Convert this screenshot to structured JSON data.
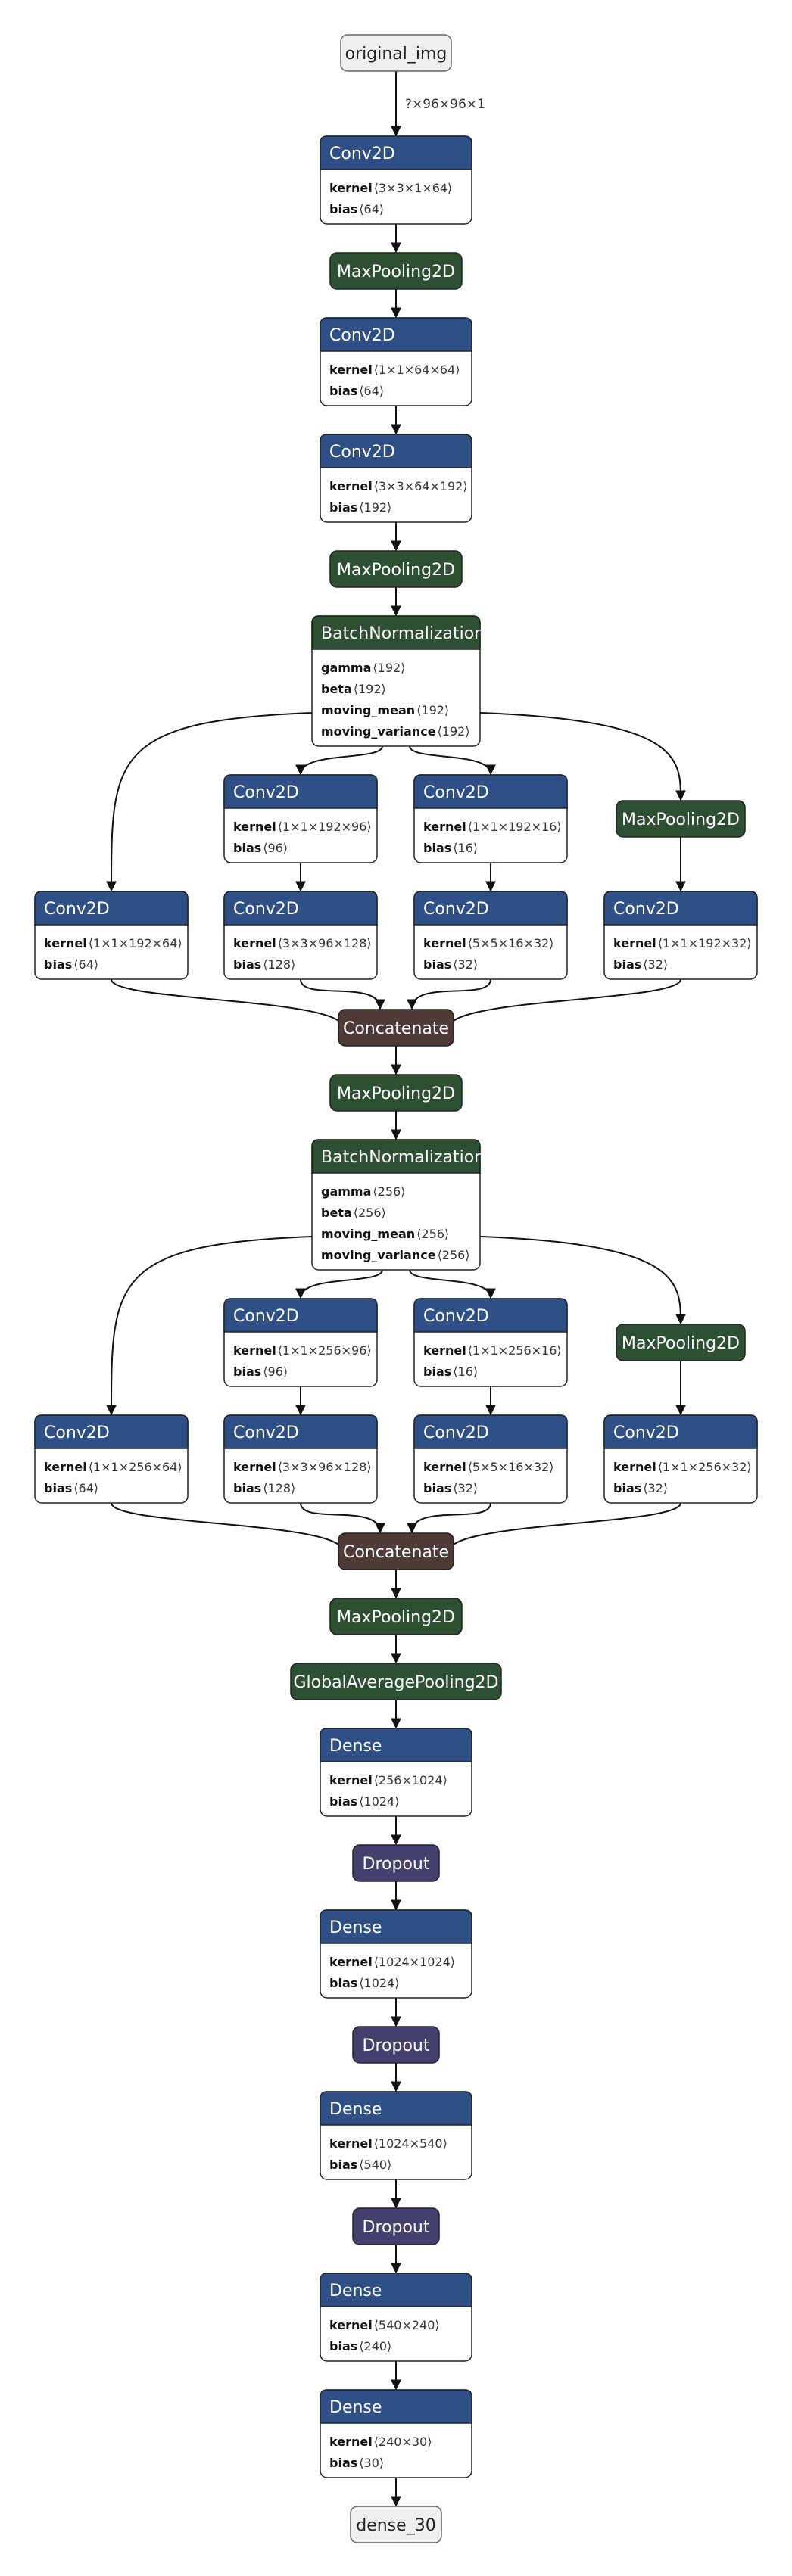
{
  "colors": {
    "conv": "#2e5086",
    "pool": "#2d4f32",
    "concat": "#4e3b38",
    "dropout": "#43406e",
    "io_fill": "#efefef",
    "io_stroke": "#666666",
    "edge": "#111111"
  },
  "nodes": [
    {
      "id": "n_input",
      "kind": "io",
      "label": "original_img"
    },
    {
      "id": "n_conv1",
      "kind": "conv",
      "label": "Conv2D",
      "params": [
        {
          "name": "kernel",
          "shape": "⟨3×3×1×64⟩"
        },
        {
          "name": "bias",
          "shape": "⟨64⟩"
        }
      ]
    },
    {
      "id": "n_pool1",
      "kind": "pool",
      "label": "MaxPooling2D"
    },
    {
      "id": "n_conv2",
      "kind": "conv",
      "label": "Conv2D",
      "params": [
        {
          "name": "kernel",
          "shape": "⟨1×1×64×64⟩"
        },
        {
          "name": "bias",
          "shape": "⟨64⟩"
        }
      ]
    },
    {
      "id": "n_conv3",
      "kind": "conv",
      "label": "Conv2D",
      "params": [
        {
          "name": "kernel",
          "shape": "⟨3×3×64×192⟩"
        },
        {
          "name": "bias",
          "shape": "⟨192⟩"
        }
      ]
    },
    {
      "id": "n_pool2",
      "kind": "pool",
      "label": "MaxPooling2D"
    },
    {
      "id": "n_bn1",
      "kind": "pool",
      "label": "BatchNormalization",
      "params": [
        {
          "name": "gamma",
          "shape": "⟨192⟩"
        },
        {
          "name": "beta",
          "shape": "⟨192⟩"
        },
        {
          "name": "moving_mean",
          "shape": "⟨192⟩"
        },
        {
          "name": "moving_variance",
          "shape": "⟨192⟩"
        }
      ]
    },
    {
      "id": "n_a_c2",
      "kind": "conv",
      "label": "Conv2D",
      "params": [
        {
          "name": "kernel",
          "shape": "⟨1×1×192×96⟩"
        },
        {
          "name": "bias",
          "shape": "⟨96⟩"
        }
      ]
    },
    {
      "id": "n_a_c3",
      "kind": "conv",
      "label": "Conv2D",
      "params": [
        {
          "name": "kernel",
          "shape": "⟨1×1×192×16⟩"
        },
        {
          "name": "bias",
          "shape": "⟨16⟩"
        }
      ]
    },
    {
      "id": "n_a_p4",
      "kind": "pool",
      "label": "MaxPooling2D"
    },
    {
      "id": "n_a_b1",
      "kind": "conv",
      "label": "Conv2D",
      "params": [
        {
          "name": "kernel",
          "shape": "⟨1×1×192×64⟩"
        },
        {
          "name": "bias",
          "shape": "⟨64⟩"
        }
      ]
    },
    {
      "id": "n_a_b2",
      "kind": "conv",
      "label": "Conv2D",
      "params": [
        {
          "name": "kernel",
          "shape": "⟨3×3×96×128⟩"
        },
        {
          "name": "bias",
          "shape": "⟨128⟩"
        }
      ]
    },
    {
      "id": "n_a_b3",
      "kind": "conv",
      "label": "Conv2D",
      "params": [
        {
          "name": "kernel",
          "shape": "⟨5×5×16×32⟩"
        },
        {
          "name": "bias",
          "shape": "⟨32⟩"
        }
      ]
    },
    {
      "id": "n_a_b4",
      "kind": "conv",
      "label": "Conv2D",
      "params": [
        {
          "name": "kernel",
          "shape": "⟨1×1×192×32⟩"
        },
        {
          "name": "bias",
          "shape": "⟨32⟩"
        }
      ]
    },
    {
      "id": "n_cat1",
      "kind": "concat",
      "label": "Concatenate"
    },
    {
      "id": "n_pool3",
      "kind": "pool",
      "label": "MaxPooling2D"
    },
    {
      "id": "n_bn2",
      "kind": "pool",
      "label": "BatchNormalization",
      "params": [
        {
          "name": "gamma",
          "shape": "⟨256⟩"
        },
        {
          "name": "beta",
          "shape": "⟨256⟩"
        },
        {
          "name": "moving_mean",
          "shape": "⟨256⟩"
        },
        {
          "name": "moving_variance",
          "shape": "⟨256⟩"
        }
      ]
    },
    {
      "id": "n_b_c2",
      "kind": "conv",
      "label": "Conv2D",
      "params": [
        {
          "name": "kernel",
          "shape": "⟨1×1×256×96⟩"
        },
        {
          "name": "bias",
          "shape": "⟨96⟩"
        }
      ]
    },
    {
      "id": "n_b_c3",
      "kind": "conv",
      "label": "Conv2D",
      "params": [
        {
          "name": "kernel",
          "shape": "⟨1×1×256×16⟩"
        },
        {
          "name": "bias",
          "shape": "⟨16⟩"
        }
      ]
    },
    {
      "id": "n_b_p4",
      "kind": "pool",
      "label": "MaxPooling2D"
    },
    {
      "id": "n_b_b1",
      "kind": "conv",
      "label": "Conv2D",
      "params": [
        {
          "name": "kernel",
          "shape": "⟨1×1×256×64⟩"
        },
        {
          "name": "bias",
          "shape": "⟨64⟩"
        }
      ]
    },
    {
      "id": "n_b_b2",
      "kind": "conv",
      "label": "Conv2D",
      "params": [
        {
          "name": "kernel",
          "shape": "⟨3×3×96×128⟩"
        },
        {
          "name": "bias",
          "shape": "⟨128⟩"
        }
      ]
    },
    {
      "id": "n_b_b3",
      "kind": "conv",
      "label": "Conv2D",
      "params": [
        {
          "name": "kernel",
          "shape": "⟨5×5×16×32⟩"
        },
        {
          "name": "bias",
          "shape": "⟨32⟩"
        }
      ]
    },
    {
      "id": "n_b_b4",
      "kind": "conv",
      "label": "Conv2D",
      "params": [
        {
          "name": "kernel",
          "shape": "⟨1×1×256×32⟩"
        },
        {
          "name": "bias",
          "shape": "⟨32⟩"
        }
      ]
    },
    {
      "id": "n_cat2",
      "kind": "concat",
      "label": "Concatenate"
    },
    {
      "id": "n_pool4",
      "kind": "pool",
      "label": "MaxPooling2D"
    },
    {
      "id": "n_gap",
      "kind": "pool",
      "label": "GlobalAveragePooling2D"
    },
    {
      "id": "n_d1",
      "kind": "conv",
      "label": "Dense",
      "params": [
        {
          "name": "kernel",
          "shape": "⟨256×1024⟩"
        },
        {
          "name": "bias",
          "shape": "⟨1024⟩"
        }
      ]
    },
    {
      "id": "n_drop1",
      "kind": "dropout",
      "label": "Dropout"
    },
    {
      "id": "n_d2",
      "kind": "conv",
      "label": "Dense",
      "params": [
        {
          "name": "kernel",
          "shape": "⟨1024×1024⟩"
        },
        {
          "name": "bias",
          "shape": "⟨1024⟩"
        }
      ]
    },
    {
      "id": "n_drop2",
      "kind": "dropout",
      "label": "Dropout"
    },
    {
      "id": "n_d3",
      "kind": "conv",
      "label": "Dense",
      "params": [
        {
          "name": "kernel",
          "shape": "⟨1024×540⟩"
        },
        {
          "name": "bias",
          "shape": "⟨540⟩"
        }
      ]
    },
    {
      "id": "n_drop3",
      "kind": "dropout",
      "label": "Dropout"
    },
    {
      "id": "n_d4",
      "kind": "conv",
      "label": "Dense",
      "params": [
        {
          "name": "kernel",
          "shape": "⟨540×240⟩"
        },
        {
          "name": "bias",
          "shape": "⟨240⟩"
        }
      ]
    },
    {
      "id": "n_d5",
      "kind": "conv",
      "label": "Dense",
      "params": [
        {
          "name": "kernel",
          "shape": "⟨240×30⟩"
        },
        {
          "name": "bias",
          "shape": "⟨30⟩"
        }
      ]
    },
    {
      "id": "n_output",
      "kind": "io",
      "label": "dense_30"
    }
  ],
  "edges": [
    {
      "from": "n_input",
      "to": "n_conv1",
      "label": "?×96×96×1"
    },
    {
      "from": "n_conv1",
      "to": "n_pool1"
    },
    {
      "from": "n_pool1",
      "to": "n_conv2"
    },
    {
      "from": "n_conv2",
      "to": "n_conv3"
    },
    {
      "from": "n_conv3",
      "to": "n_pool2"
    },
    {
      "from": "n_pool2",
      "to": "n_bn1"
    },
    {
      "from": "n_bn1",
      "to": "n_a_b1"
    },
    {
      "from": "n_bn1",
      "to": "n_a_c2"
    },
    {
      "from": "n_bn1",
      "to": "n_a_c3"
    },
    {
      "from": "n_bn1",
      "to": "n_a_p4"
    },
    {
      "from": "n_a_c2",
      "to": "n_a_b2"
    },
    {
      "from": "n_a_c3",
      "to": "n_a_b3"
    },
    {
      "from": "n_a_p4",
      "to": "n_a_b4"
    },
    {
      "from": "n_a_b1",
      "to": "n_cat1"
    },
    {
      "from": "n_a_b2",
      "to": "n_cat1"
    },
    {
      "from": "n_a_b3",
      "to": "n_cat1"
    },
    {
      "from": "n_a_b4",
      "to": "n_cat1"
    },
    {
      "from": "n_cat1",
      "to": "n_pool3"
    },
    {
      "from": "n_pool3",
      "to": "n_bn2"
    },
    {
      "from": "n_bn2",
      "to": "n_b_b1"
    },
    {
      "from": "n_bn2",
      "to": "n_b_c2"
    },
    {
      "from": "n_bn2",
      "to": "n_b_c3"
    },
    {
      "from": "n_bn2",
      "to": "n_b_p4"
    },
    {
      "from": "n_b_c2",
      "to": "n_b_b2"
    },
    {
      "from": "n_b_c3",
      "to": "n_b_b3"
    },
    {
      "from": "n_b_p4",
      "to": "n_b_b4"
    },
    {
      "from": "n_b_b1",
      "to": "n_cat2"
    },
    {
      "from": "n_b_b2",
      "to": "n_cat2"
    },
    {
      "from": "n_b_b3",
      "to": "n_cat2"
    },
    {
      "from": "n_b_b4",
      "to": "n_cat2"
    },
    {
      "from": "n_cat2",
      "to": "n_pool4"
    },
    {
      "from": "n_pool4",
      "to": "n_gap"
    },
    {
      "from": "n_gap",
      "to": "n_d1"
    },
    {
      "from": "n_d1",
      "to": "n_drop1"
    },
    {
      "from": "n_drop1",
      "to": "n_d2"
    },
    {
      "from": "n_d2",
      "to": "n_drop2"
    },
    {
      "from": "n_drop2",
      "to": "n_d3"
    },
    {
      "from": "n_d3",
      "to": "n_drop3"
    },
    {
      "from": "n_drop3",
      "to": "n_d4"
    },
    {
      "from": "n_d4",
      "to": "n_d5"
    },
    {
      "from": "n_d5",
      "to": "n_output"
    }
  ]
}
